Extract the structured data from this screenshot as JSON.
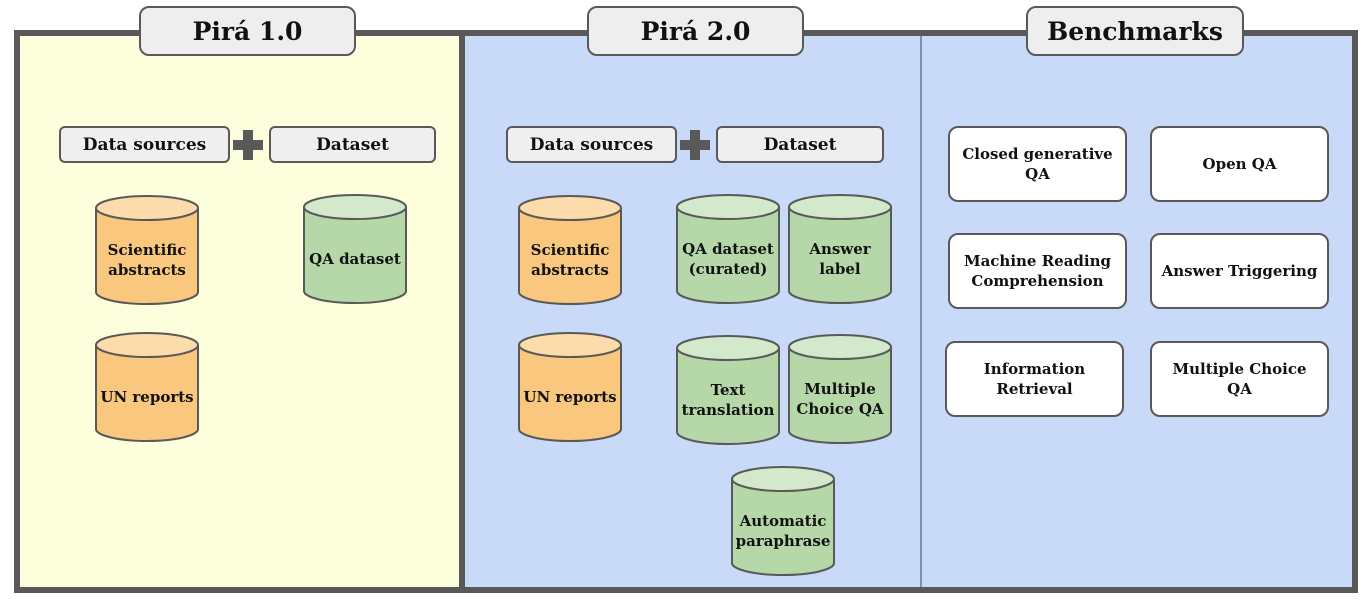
{
  "sections": {
    "pira1": {
      "title": "Pirá 1.0"
    },
    "pira2": {
      "title": "Pirá 2.0"
    },
    "benchmarks": {
      "title": "Benchmarks"
    }
  },
  "pira1": {
    "data_sources_label": "Data sources",
    "dataset_label": "Dataset",
    "sources": [
      "Scientific abstracts",
      "UN reports"
    ],
    "datasets": [
      "QA dataset"
    ]
  },
  "pira2": {
    "data_sources_label": "Data sources",
    "dataset_label": "Dataset",
    "sources": [
      "Scientific abstracts",
      "UN reports"
    ],
    "datasets": [
      "QA dataset (curated)",
      "Answer label",
      "Text translation",
      "Multiple Choice QA",
      "Automatic paraphrase"
    ]
  },
  "benchmarks": {
    "items": [
      "Closed generative QA",
      "Open QA",
      "Machine Reading Comprehension",
      "Answer Triggering",
      "Information Retrieval",
      "Multiple Choice QA"
    ]
  },
  "colors": {
    "source_fill": "#f9c77e",
    "source_top": "#fcdcab",
    "dataset_fill": "#b6d7a8",
    "dataset_top": "#d4e8cc",
    "pira1_bg": "#fdfedb",
    "pira2_bg": "#c9daf8",
    "border": "#595959"
  }
}
